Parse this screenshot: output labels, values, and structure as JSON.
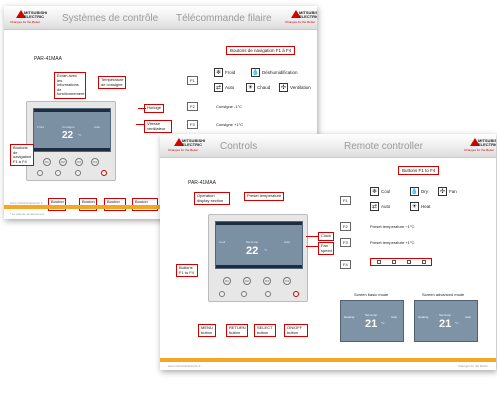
{
  "colors": {
    "accent": "#d40000",
    "footer": "#f5a623"
  },
  "slide1": {
    "section": "Systèmes de contrôle",
    "title": "Télécommande filaire",
    "logo_word": "MITSUBISHI ELECTRIC",
    "logo_tag": "Changes for the Better",
    "model": "PAR-41MAA",
    "nav_box": "Boutons de navigation F1 à F4",
    "callouts": {
      "operation": "Écran avec les informations de fonctionnement",
      "setpoint": "Température de consigne",
      "clock": "Horloge",
      "fan": "Vitesse ventilateur",
      "f_buttons": "Boutons de navigation F1 à F4",
      "menu": "Bouton Menu",
      "back": "Bouton Retour",
      "validate": "Bouton Validation",
      "onoff": "Bouton Marche/Arrêt"
    },
    "f_labels": [
      "F1",
      "F2",
      "F3",
      "F4"
    ],
    "btn_labels": [
      "F1",
      "F2",
      "F3",
      "F4"
    ],
    "modes": {
      "cool": "Froid",
      "dry": "Déshumidification",
      "auto": "Auto",
      "heat": "Chaud",
      "vent": "Ventilation"
    },
    "f2_text": "Consigne -1°C",
    "f3_text": "Consigne +1°C",
    "lcd": {
      "mode": "Froid",
      "set": "Consigne",
      "temp": "22",
      "unit": "°C",
      "fanlbl": "Auto"
    },
    "footer_left": "www.mitsubishielectric.fr",
    "footer_note": "* en attente de lancement"
  },
  "slide2": {
    "section": "Controls",
    "title": "Remote controller",
    "logo_word": "MITSUBISHI ELECTRIC",
    "logo_tag": "Changes for the Better",
    "model": "PAR-41MAA",
    "nav_box": "Buttons F1 to F4",
    "callouts": {
      "operation": "Operation display section",
      "preset": "Preset temperature",
      "clock": "Clock",
      "fan": "Fan speed",
      "f_buttons": "Buttons F1 to F4",
      "menu": "MENU button",
      "return": "RETURN button",
      "select": "SELECT button",
      "onoff": "ON/OFF button"
    },
    "f_labels": [
      "F1",
      "F2",
      "F3",
      "F4"
    ],
    "btn_labels": [
      "F1",
      "F2",
      "F3",
      "F4"
    ],
    "modes": {
      "cool": "Cool",
      "dry": "Dry",
      "fan": "Fan",
      "auto": "Auto",
      "heat": "Heat"
    },
    "f2_text": "Preset temperature −1°C",
    "f3_text": "Preset temperature +1°C",
    "screen_basic": "Screen basic mode",
    "screen_advanced": "Screen advanced mode",
    "lcd": {
      "mode": "Cool",
      "set": "Set temp",
      "temp": "22",
      "unit": "°C",
      "fanlbl": "Auto"
    },
    "basic": {
      "mode": "Heating",
      "set": "Set temp",
      "temp": "21",
      "unit": "°C",
      "fan": "Auto"
    },
    "advanced": {
      "mode": "Heating",
      "set": "Set temp",
      "temp": "21",
      "unit": "°C",
      "fan": "Auto"
    },
    "footer_left": "www.mitsubishielectric.fr",
    "footer_right": "Changes for the Better"
  }
}
